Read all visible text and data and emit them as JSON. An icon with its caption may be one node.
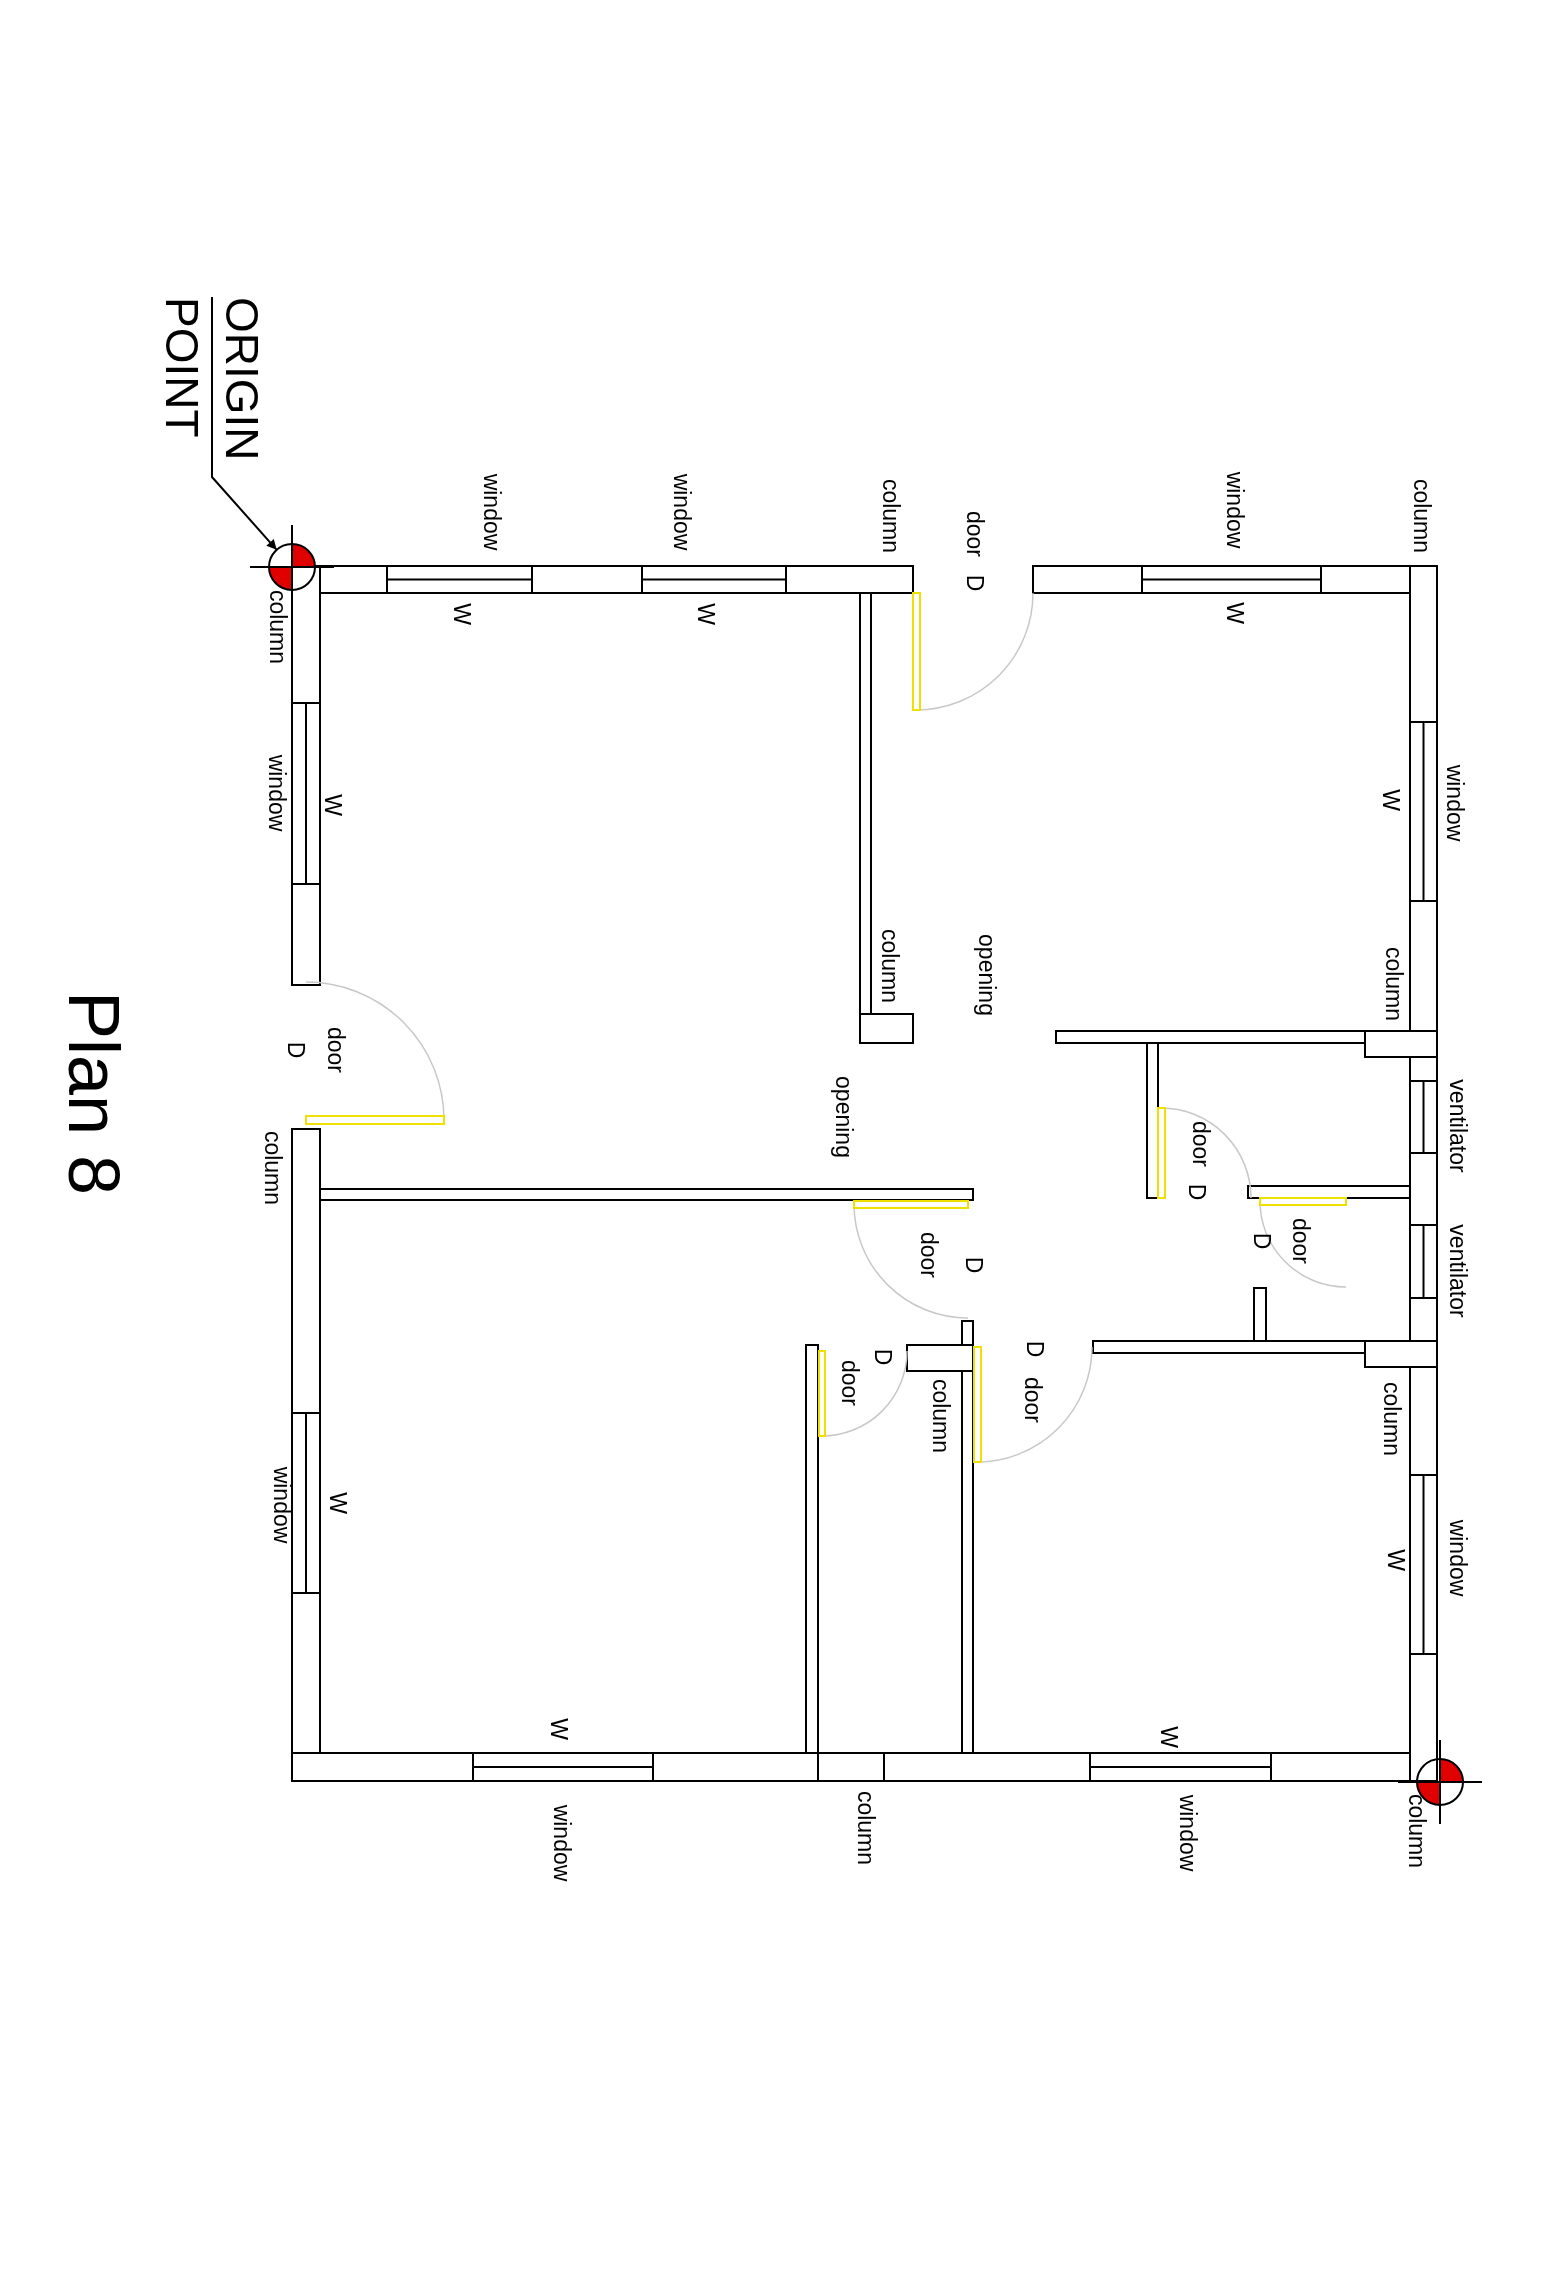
{
  "diagram": {
    "title": "Plan 8",
    "nodes": [
      {
        "text": [
          "ORIGIN POINT"
        ]
      },
      {
        "text": [],
        "shape": "circle"
      }
    ],
    "edges": [
      {
        "from": 0,
        "to": 1,
        "arrow": "to"
      }
    ],
    "labels": [
      "window",
      "W",
      "window",
      "W",
      "column",
      "door",
      "D",
      "window",
      "W",
      "column",
      "column",
      "window",
      "W",
      "window",
      "W",
      "column",
      "opening",
      "column",
      "door",
      "D",
      "opening",
      "ventilator",
      "door",
      "D",
      "column",
      "door",
      "D",
      "door",
      "D",
      "ventilator",
      "D",
      "D",
      "door",
      "door",
      "column",
      "column",
      "window",
      "W",
      "window",
      "W",
      "W",
      "W",
      "window",
      "column",
      "window",
      "column"
    ]
  }
}
